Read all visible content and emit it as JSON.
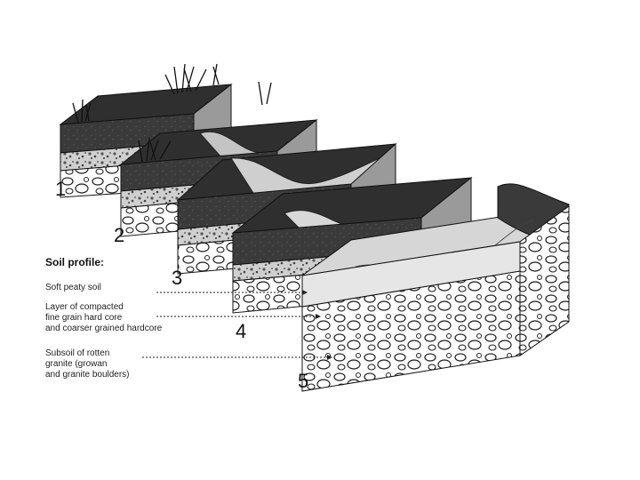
{
  "diagram": {
    "stage_numbers": [
      "1",
      "2",
      "3",
      "4",
      "5"
    ],
    "legend": {
      "title": "Soil profile:",
      "items": [
        "Soft peaty soil",
        "Layer of compacted\nfine grain hard core\nand coarser grained hardcore",
        "Subsoil of rotten\ngranite (growan\nand granite boulders)"
      ]
    }
  }
}
